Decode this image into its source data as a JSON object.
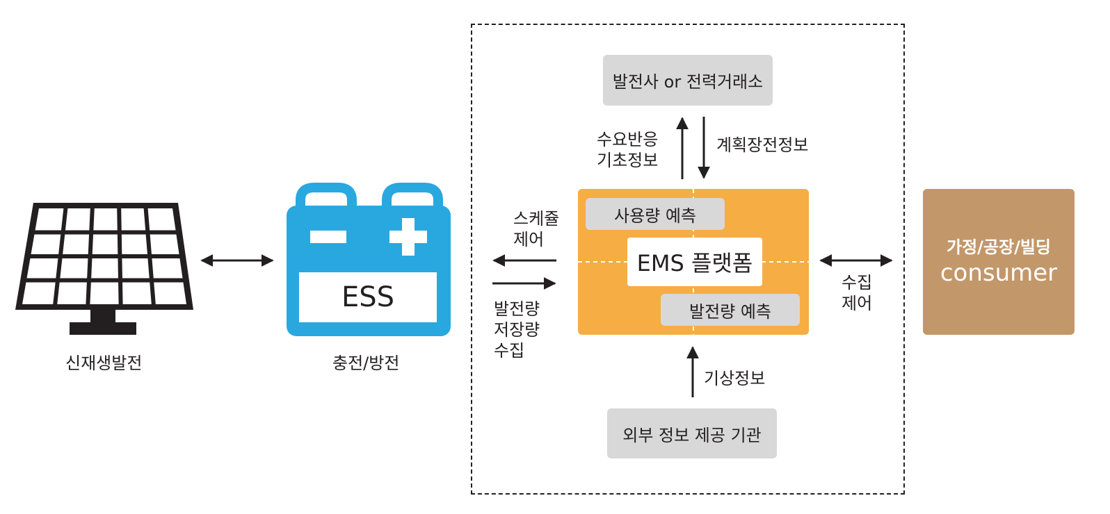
{
  "colors": {
    "ess_blue": "#29a8e0",
    "ems_orange": "#f6ad43",
    "consumer_tan": "#c2976a",
    "gray_box": "#d8d8d9",
    "dark": "#231f20"
  },
  "solar": {
    "icon": "solar-panel-icon",
    "label": "신재생발전"
  },
  "ess": {
    "icon": "battery-icon",
    "title": "ESS",
    "label": "충전/방전"
  },
  "power_exchange": {
    "label": "발전사 or 전력거래소"
  },
  "upward_flow": {
    "line1": "수요반응",
    "line2": "기초정보"
  },
  "downward_flow": {
    "label": "계획장전정보"
  },
  "ems": {
    "title": "EMS 플랫폼",
    "usage_forecast": "사용량 예측",
    "generation_forecast": "발전량 예측"
  },
  "schedule_control": {
    "line1": "스케쥴",
    "line2": "제어"
  },
  "collection": {
    "line1": "발전량",
    "line2": "저장량",
    "line3": "수집"
  },
  "consumer_flow": {
    "line1": "수집",
    "line2": "제어"
  },
  "weather": {
    "label": "기상정보"
  },
  "external_provider": {
    "label": "외부 정보 제공 기관"
  },
  "consumer": {
    "line1": "가정/공장/빌딩",
    "line2": "consumer"
  }
}
